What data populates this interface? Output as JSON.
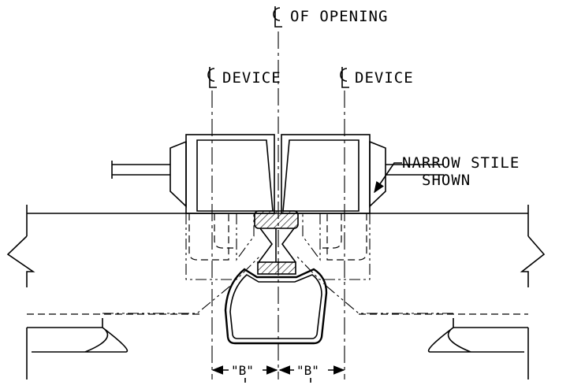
{
  "labels": {
    "cl_opening": "OF OPENING",
    "cl_device_left": "DEVICE",
    "cl_device_right": "DEVICE",
    "callout_line1": "NARROW STILE",
    "callout_line2": "SHOWN",
    "dim_left": "\"B\"",
    "dim_right": "\"B\""
  }
}
